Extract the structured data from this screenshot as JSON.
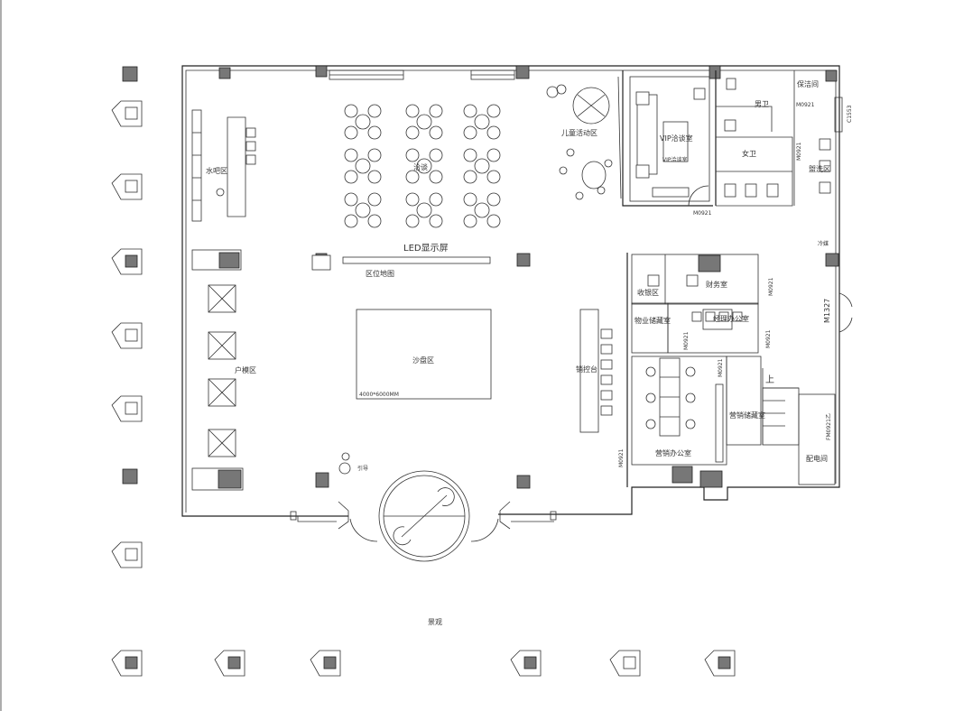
{
  "labels": {
    "water_bar": "水吧区",
    "negotiation": "洽谈",
    "led_screen": "LED显示屏",
    "location_map": "区位地图",
    "kids_area": "儿童活动区",
    "vip_room_sign": "VIP洽谈室",
    "vip_room": "VIP洽谈室",
    "men_wc": "男卫",
    "women_wc": "女卫",
    "cleaning_room": "保洁间",
    "wash_area": "盥洗区",
    "gas_pipe": "冷媒",
    "finance": "财务室",
    "cashier": "收银区",
    "property_storage": "物业储藏室",
    "manager_office": "经理办公室",
    "sales_counter": "销控台",
    "sales_office": "营销办公室",
    "sales_storage": "营销储藏室",
    "power_room": "配电间",
    "up": "上",
    "model_area": "户模区",
    "sand_table": "沙盘区",
    "sand_size": "4000*6000MM",
    "guide": "引导",
    "outdoor": "景观",
    "door_m0921_a": "M0921",
    "door_m0921_b": "M0921",
    "door_m0921_c": "M0921",
    "door_m0921_d": "M0921",
    "door_m0921_e": "M0921",
    "door_m0921_f": "M0921",
    "door_m0921_g": "M0921",
    "door_m0921_h": "M0921",
    "door_m1327": "M1327",
    "door_c1553": "C1553",
    "door_fm0921": "FM0921乙"
  }
}
